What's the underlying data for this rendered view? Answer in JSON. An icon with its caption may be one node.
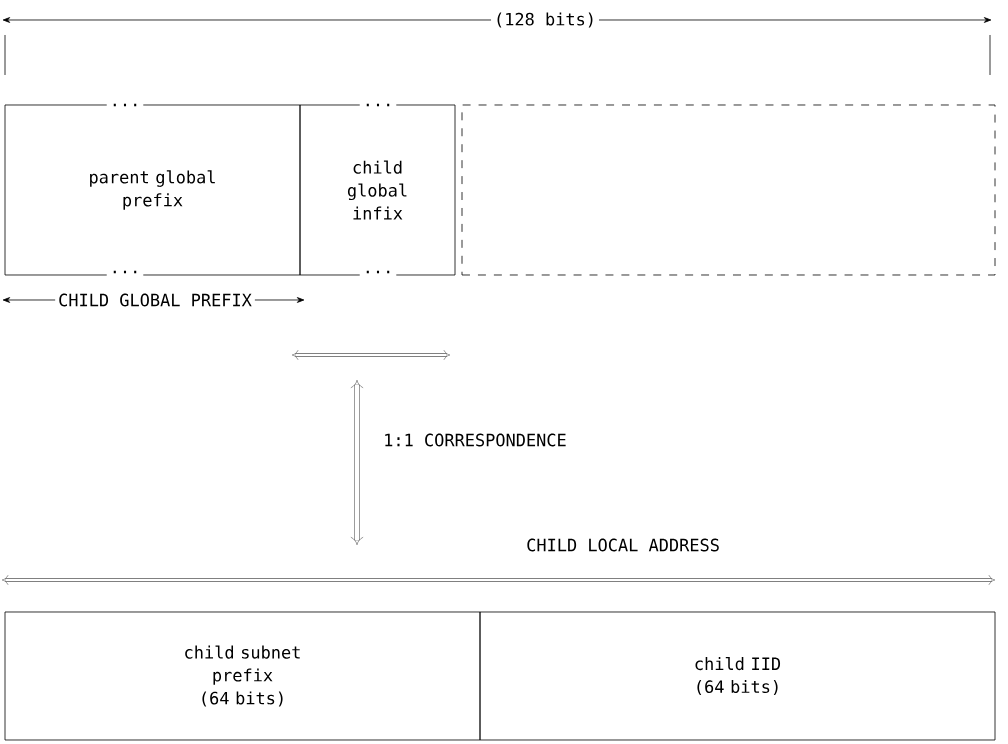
{
  "diagram": {
    "nodes": [
      {
        "text": [
          "parent global prefix"
        ]
      },
      {
        "text": [
          "child global infix"
        ]
      },
      {
        "text": [],
        "shape": "box"
      },
      {
        "text": [
          "child subnet prefix (64 bits)"
        ]
      },
      {
        "text": [
          "child IID (64 bits)"
        ]
      }
    ],
    "labels": [
      "(128 bits)",
      "...",
      "...",
      "...",
      "...",
      "CHILD GLOBAL PREFIX",
      "1:1 CORRESPONDENCE",
      "CHILD LOCAL ADDRESS"
    ]
  }
}
